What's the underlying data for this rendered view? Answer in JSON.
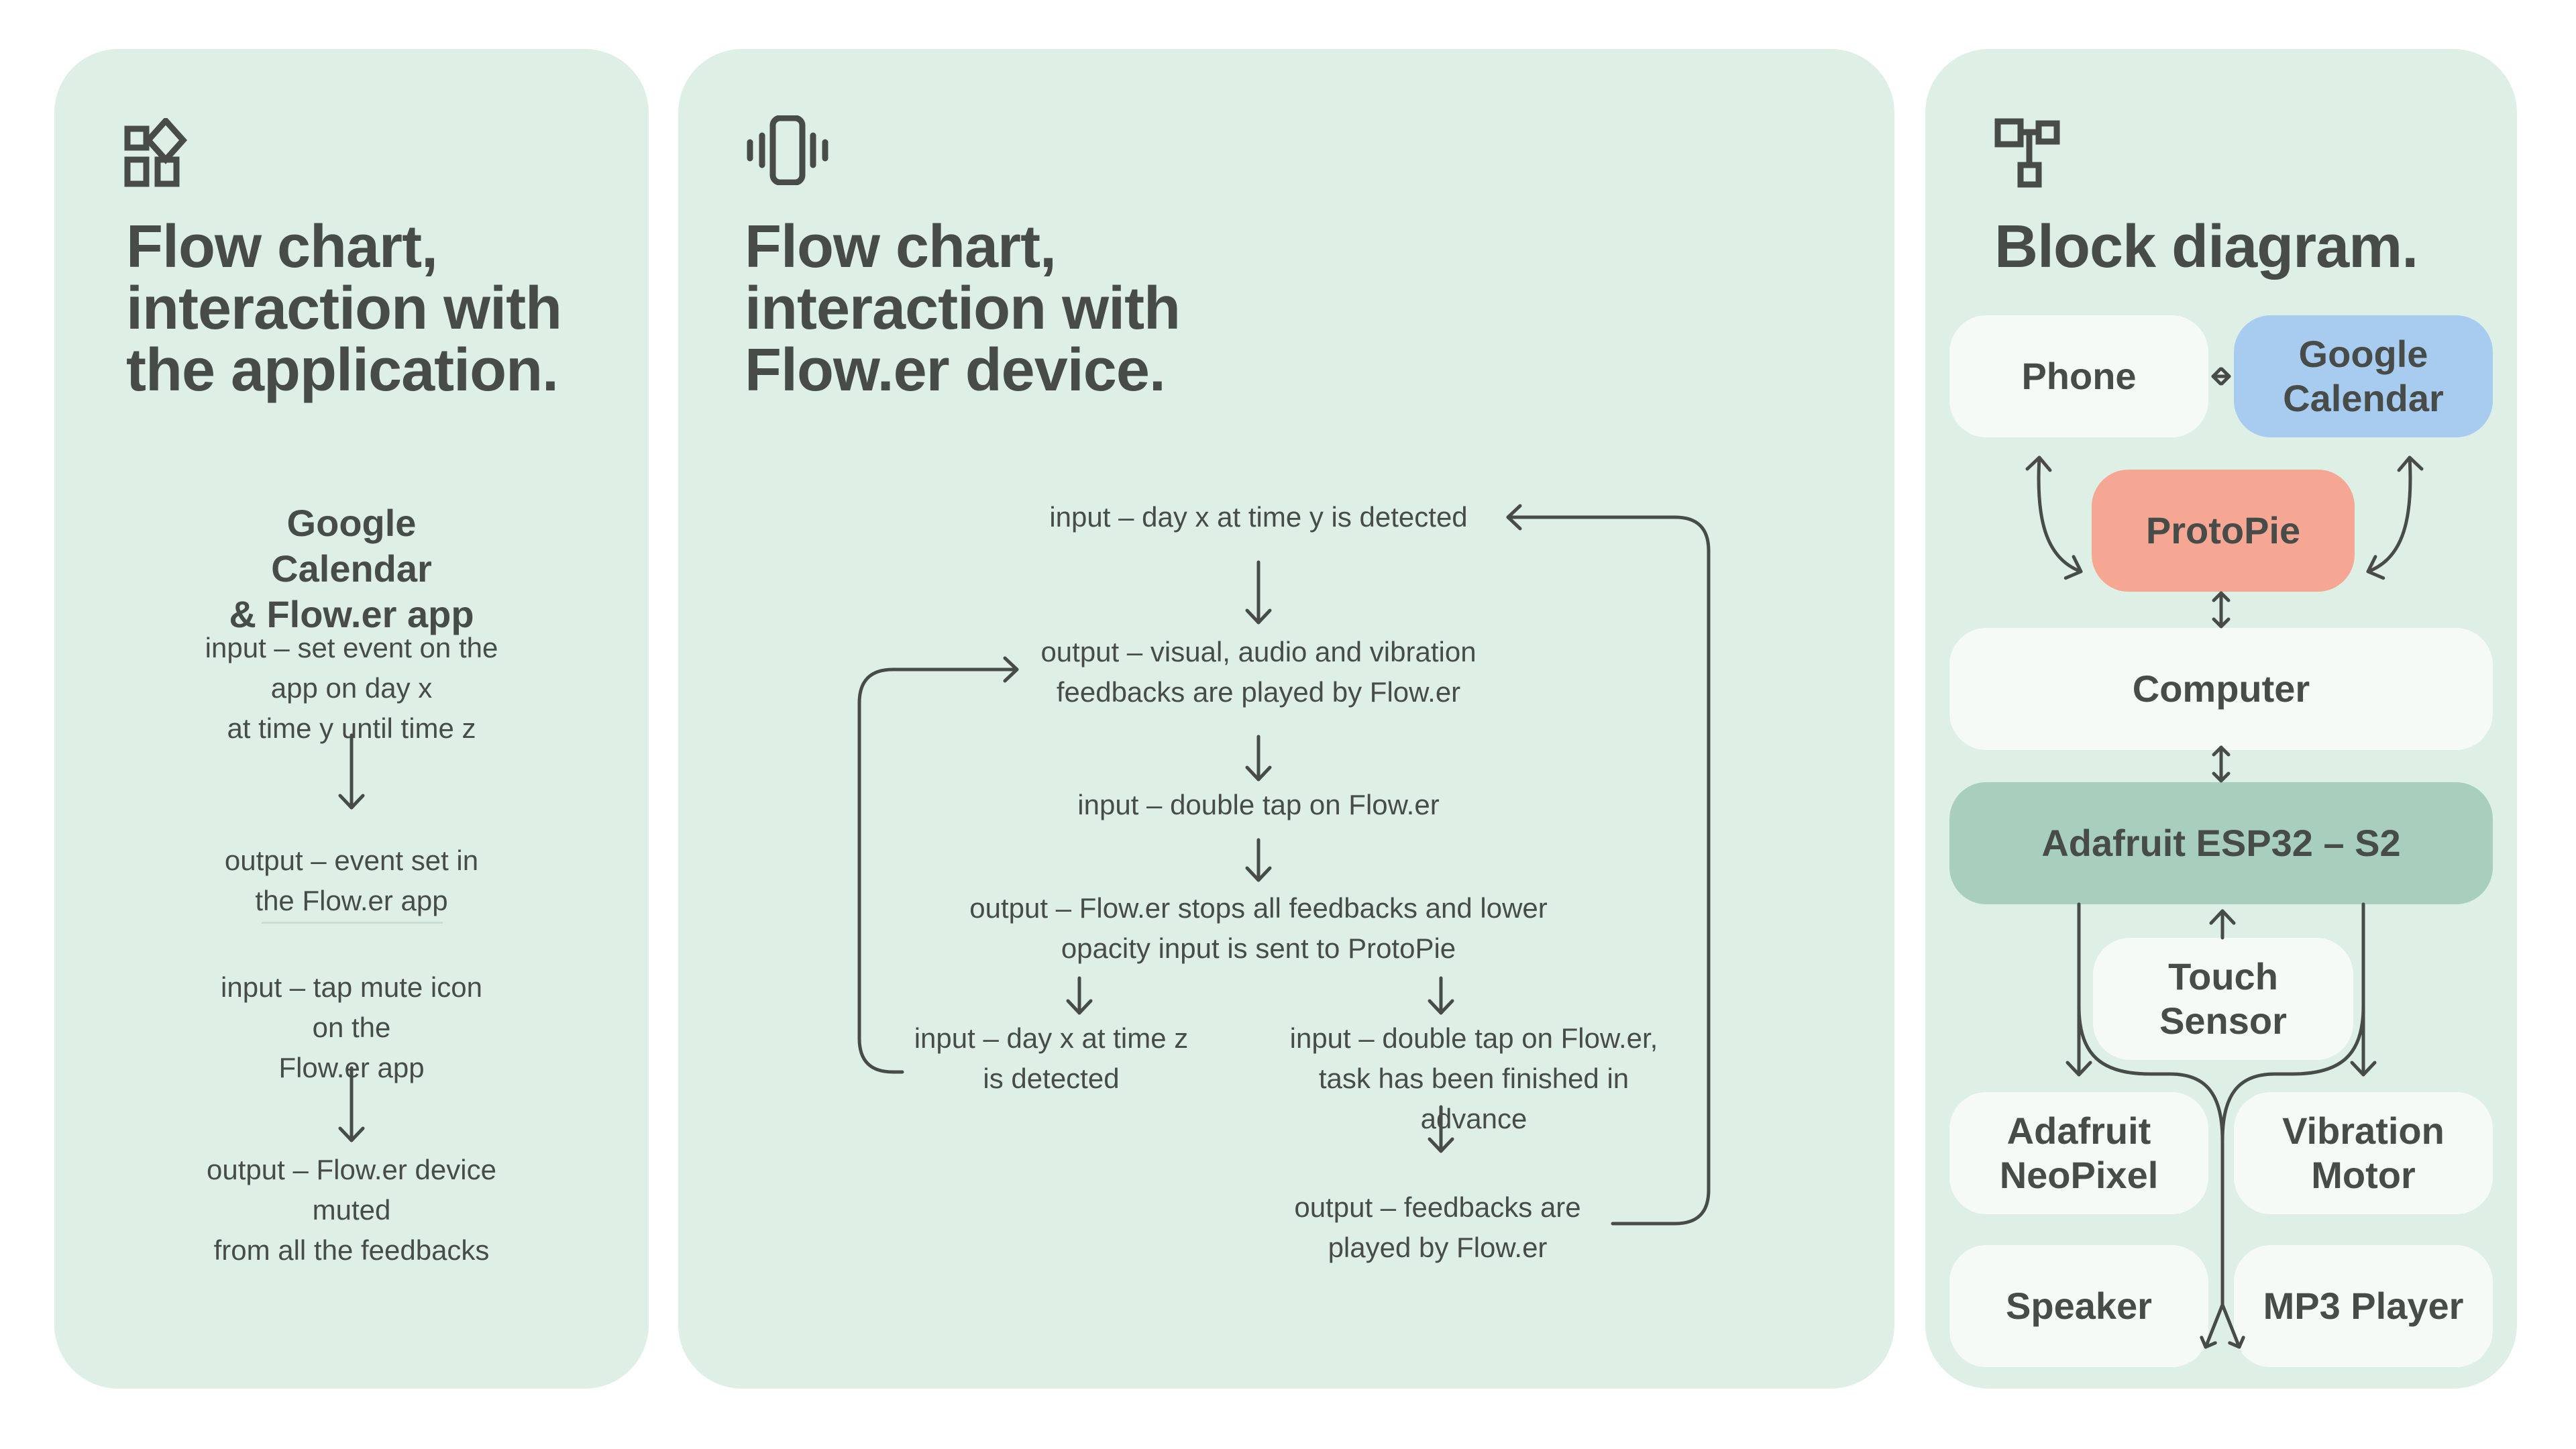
{
  "colors": {
    "page_bg": "#ffffff",
    "panel_bg": "#deefe6",
    "text": "#474c49",
    "connector": "#474c49",
    "block_light": "#f5faf7",
    "block_blue": "#a8cbf0",
    "block_salmon": "#f5a794",
    "block_green": "#a8cfbe",
    "divider": "#c9ded3"
  },
  "panels": {
    "app_flow": {
      "icon": "squares-diamond-icon",
      "title": "Flow chart,\ninteraction with\nthe application.",
      "subtitle": "Google Calendar\n& Flow.er app",
      "steps": [
        "input – set event on the app on day x\nat time y until time z",
        "output – event set in the Flow.er app",
        "input – tap mute icon on the\nFlow.er app",
        "output – Flow.er device muted\nfrom all the feedbacks"
      ]
    },
    "device_flow": {
      "icon": "vibrating-phone-icon",
      "title": "Flow chart,\ninteraction with\nFlow.er device.",
      "nodes": {
        "detect": "input – day x at time y is detected",
        "feedback_play": "output – visual, audio and vibration\nfeedbacks are played by Flow.er",
        "double_tap": "input – double tap on Flow.er",
        "stop": "output – Flow.er stops all feedbacks and lower\nopacity input is sent to ProtoPie",
        "time_z": "input – day x at time z\nis detected",
        "tap_finish": "input – double tap on Flow.er,\ntask has been finished in advance",
        "feedback_end": "output – feedbacks are\nplayed by Flow.er"
      }
    },
    "block_diagram": {
      "icon": "hierarchy-blocks-icon",
      "title": "Block diagram.",
      "blocks": {
        "phone": "Phone",
        "gcal": "Google\nCalendar",
        "protopie": "ProtoPie",
        "computer": "Computer",
        "esp32": "Adafruit ESP32 – S2",
        "touch": "Touch\nSensor",
        "neopixel": "Adafruit\nNeoPixel",
        "vibration": "Vibration\nMotor",
        "speaker": "Speaker",
        "mp3": "MP3 Player"
      }
    }
  }
}
